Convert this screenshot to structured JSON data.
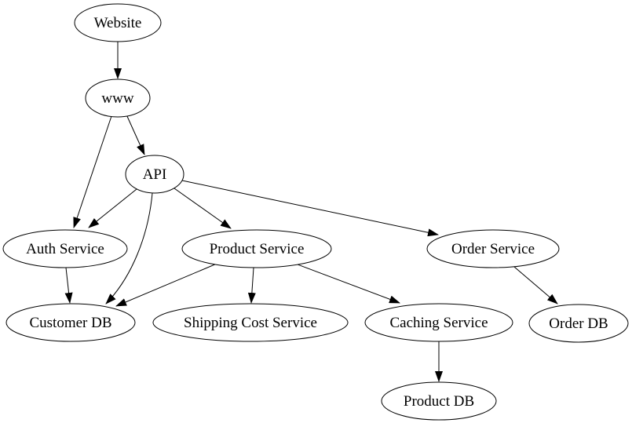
{
  "diagram": {
    "kind": "directed-graph",
    "background_color": "#ffffff",
    "node_fill_color": "#ffffff",
    "node_stroke_color": "#000000",
    "edge_color": "#000000",
    "text_color": "#000000",
    "nodes": [
      {
        "id": "website",
        "label": "Website"
      },
      {
        "id": "www",
        "label": "www"
      },
      {
        "id": "api",
        "label": "API"
      },
      {
        "id": "auth-service",
        "label": "Auth Service"
      },
      {
        "id": "product-service",
        "label": "Product Service"
      },
      {
        "id": "order-service",
        "label": "Order Service"
      },
      {
        "id": "customer-db",
        "label": "Customer DB"
      },
      {
        "id": "shipping-cost-service",
        "label": "Shipping Cost Service"
      },
      {
        "id": "caching-service",
        "label": "Caching Service"
      },
      {
        "id": "order-db",
        "label": "Order DB"
      },
      {
        "id": "product-db",
        "label": "Product DB"
      }
    ],
    "edges": [
      {
        "from": "Website",
        "to": "www"
      },
      {
        "from": "www",
        "to": "API"
      },
      {
        "from": "www",
        "to": "Auth Service"
      },
      {
        "from": "API",
        "to": "Auth Service"
      },
      {
        "from": "API",
        "to": "Customer DB"
      },
      {
        "from": "API",
        "to": "Product Service"
      },
      {
        "from": "API",
        "to": "Order Service"
      },
      {
        "from": "Auth Service",
        "to": "Customer DB"
      },
      {
        "from": "Product Service",
        "to": "Customer DB"
      },
      {
        "from": "Product Service",
        "to": "Shipping Cost Service"
      },
      {
        "from": "Product Service",
        "to": "Caching Service"
      },
      {
        "from": "Order Service",
        "to": "Order DB"
      },
      {
        "from": "Caching Service",
        "to": "Product DB"
      }
    ]
  }
}
